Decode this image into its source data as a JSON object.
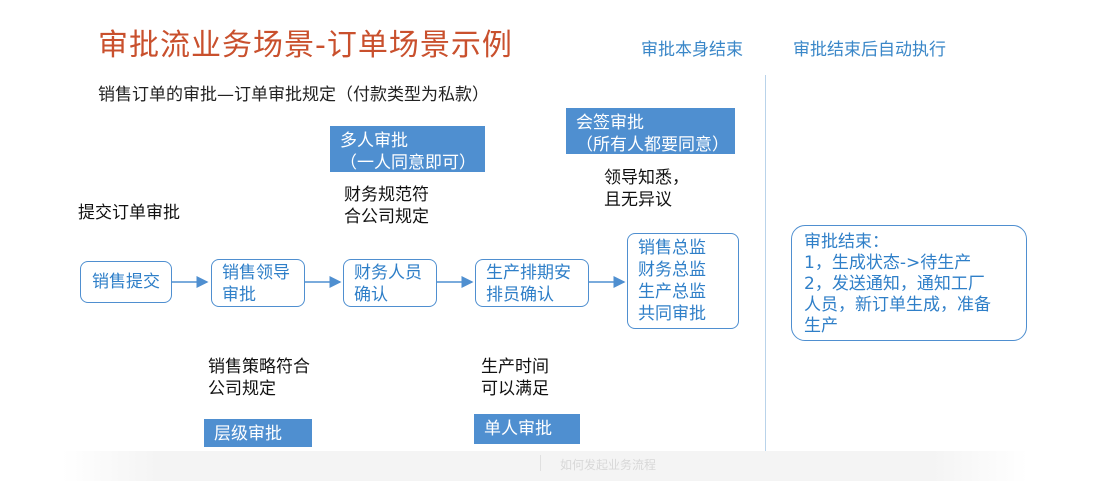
{
  "title": "审批流业务场景-订单场景示例",
  "column_headers": {
    "left": "审批本身结束",
    "right": "审批结束后自动执行"
  },
  "subtitle": "销售订单的审批—订单审批规定（付款类型为私款）",
  "tags": {
    "multi": "多人审批\n（一人同意即可）",
    "countersign": "会签审批\n（所有人都要同意）",
    "level": "层级审批",
    "single": "单人审批"
  },
  "notes": {
    "submit": "提交订单审批",
    "finance_rule": "财务规范符\n合公司规定",
    "leader_aware": "领导知悉，\n且无异议",
    "sales_strategy": "销售策略符合\n公司规定",
    "production_time": "生产时间\n可以满足"
  },
  "nodes": {
    "sales_submit": "销售提交",
    "sales_leader": "销售领导\n审批",
    "finance_confirm": "财务人员\n确认",
    "production_scheduler": "生产排期安\n排员确认",
    "directors": "销售总监\n财务总监\n生产总监\n共同审批",
    "end_box": "审批结束：\n1，生成状态->待生产\n2，发送通知，通知工厂\n人员，新订单生成，准备\n生产"
  },
  "watermark": "如何发起业务流程",
  "colors": {
    "title": "#c9502d",
    "accent": "#4f8fd0",
    "header": "#3a87c8"
  }
}
